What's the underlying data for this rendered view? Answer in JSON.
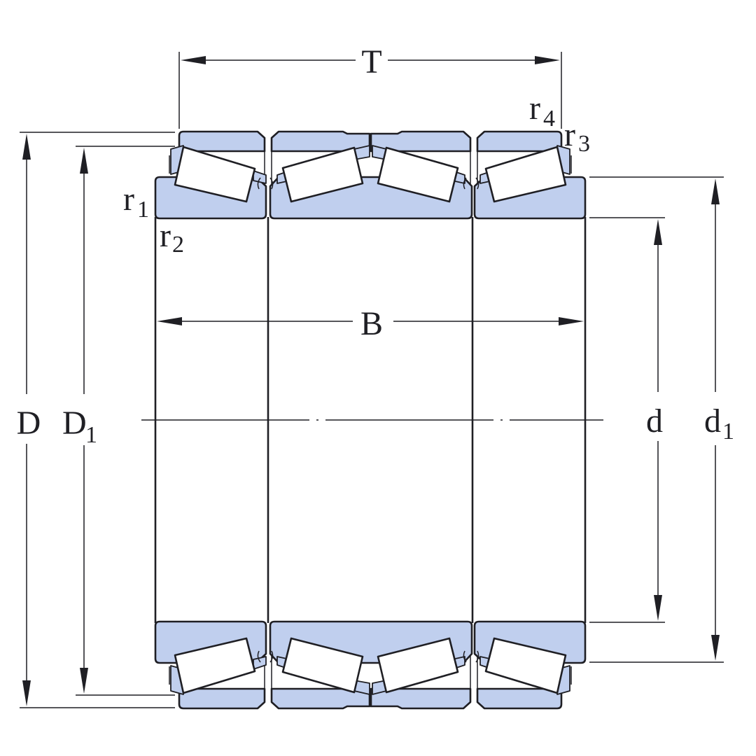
{
  "labels": {
    "T": "T",
    "B": "B",
    "D": "D",
    "D1_main": "D",
    "D1_sub": "1",
    "d": "d",
    "d1_main": "d",
    "d1_sub": "1",
    "r1_main": "r",
    "r1_sub": "1",
    "r2_main": "r",
    "r2_sub": "2",
    "r3_main": "r",
    "r3_sub": "3",
    "r4_main": "r",
    "r4_sub": "4"
  },
  "colors": {
    "ring_fill": "#c0cfee",
    "roller_fill": "#ffffff",
    "line": "#1f1f24"
  }
}
